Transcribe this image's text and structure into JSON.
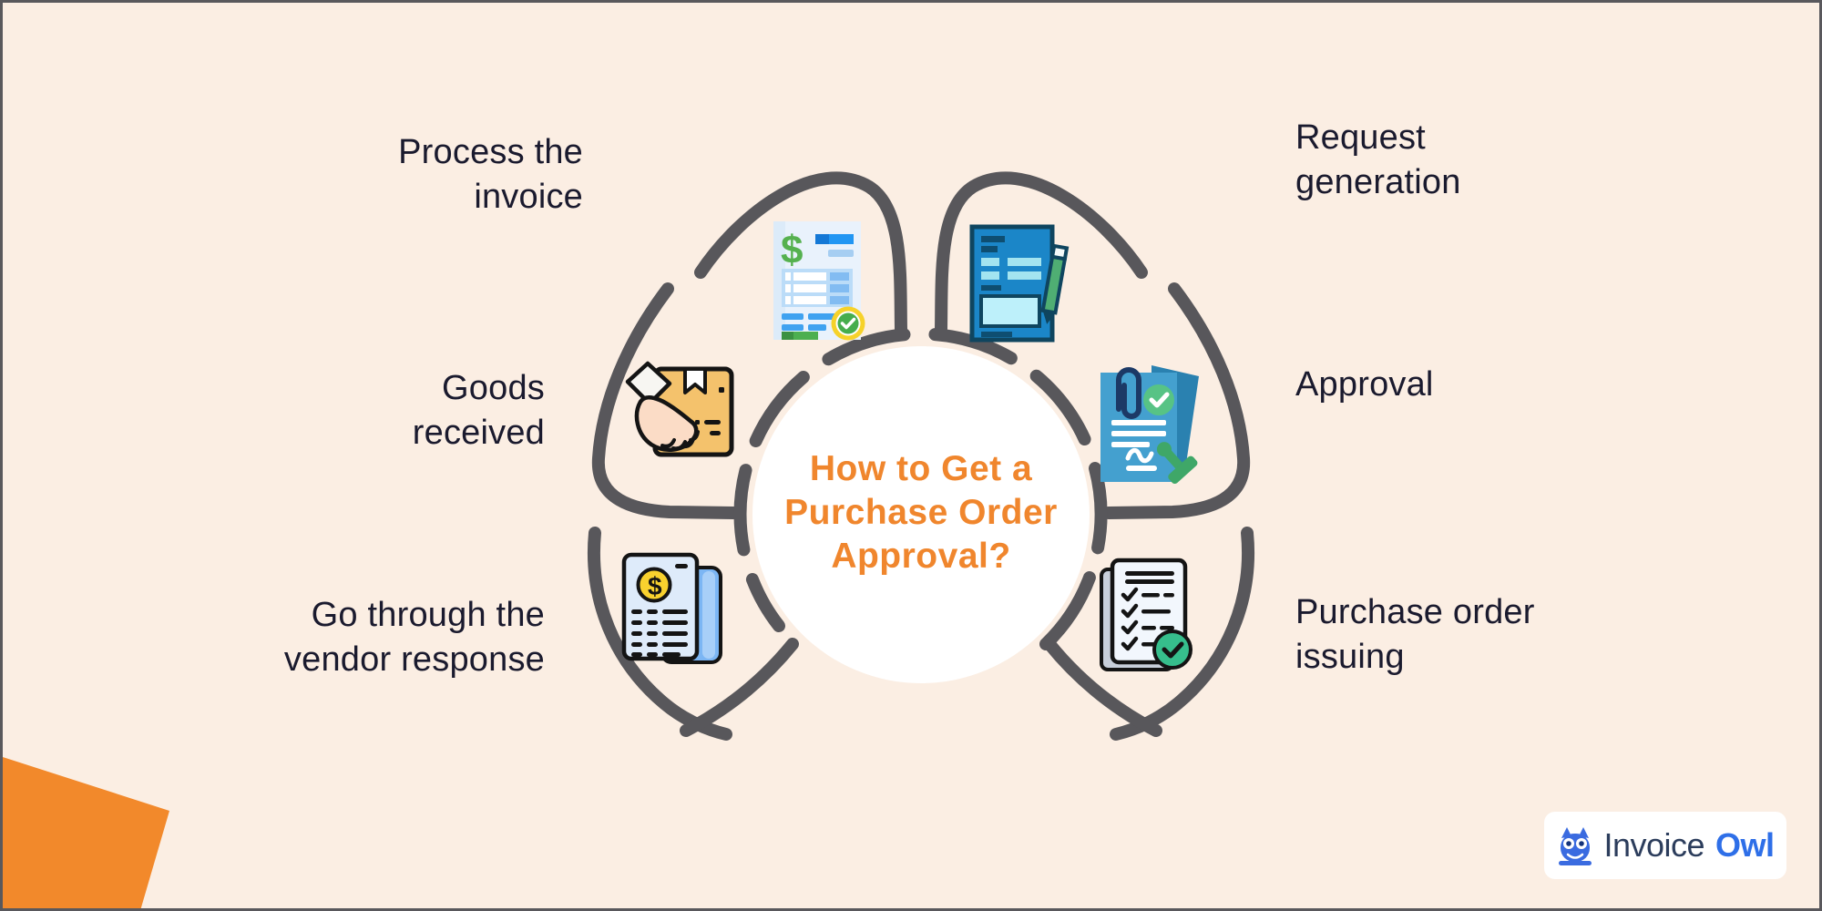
{
  "theme": {
    "background": "#FBEEE3",
    "frame_border": "#59585C",
    "curve_gray": "#58575B",
    "corner_accent_orange": "#F2892B",
    "label_color": "#1A1A2E",
    "center_circle": "#FFFFFF"
  },
  "title": {
    "line1": "How to Get a",
    "line2": "Purchase Order",
    "line3": "Approval?",
    "color": "#F0862D"
  },
  "steps": [
    {
      "name": "request-generation",
      "line1": "Request",
      "line2": "generation",
      "icon": "form-pencil-icon"
    },
    {
      "name": "approval",
      "line1": "Approval",
      "line2": "",
      "icon": "approved-document-icon"
    },
    {
      "name": "purchase-order-issuing",
      "line1": "Purchase order",
      "line2": "issuing",
      "icon": "checklist-icon"
    },
    {
      "name": "go-through-vendor-response",
      "line1": "Go through the",
      "line2": "vendor response",
      "icon": "receipts-dollar-icon"
    },
    {
      "name": "goods-received",
      "line1": "Goods",
      "line2": "received",
      "icon": "hand-box-icon"
    },
    {
      "name": "process-the-invoice",
      "line1": "Process the",
      "line2": "invoice",
      "icon": "paid-invoice-icon"
    }
  ],
  "logo": {
    "word1": "Invoice",
    "word2": "Owl",
    "owl_icon": "owl-icon"
  },
  "glyphs": {
    "dollar": "$"
  }
}
